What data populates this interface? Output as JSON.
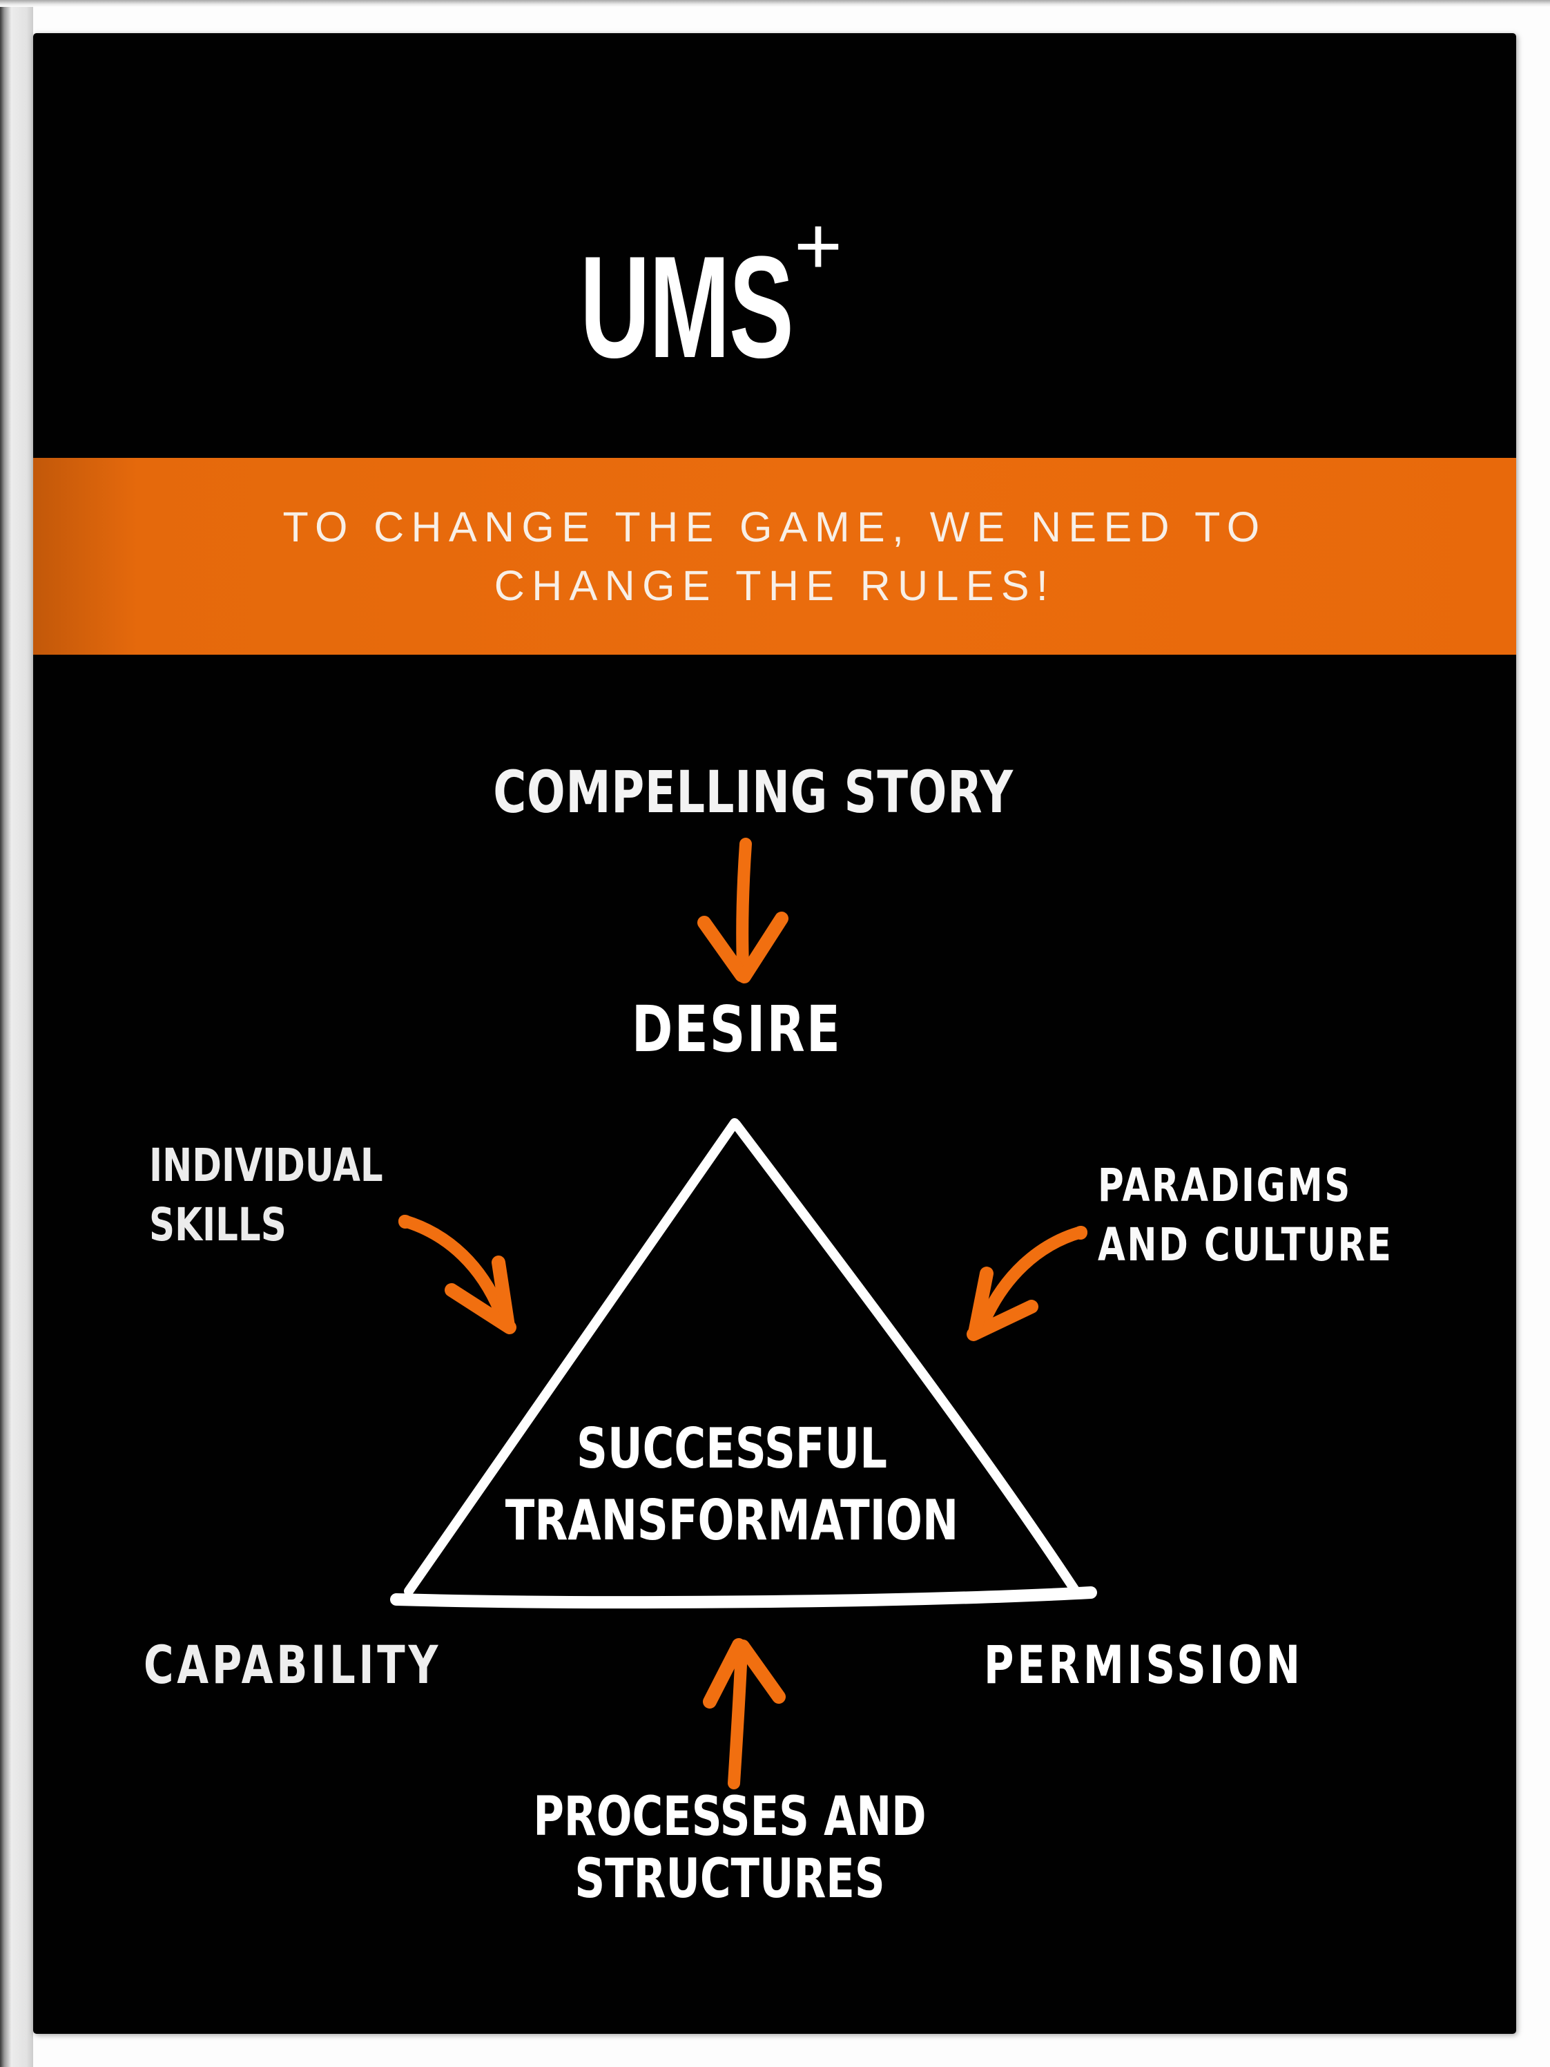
{
  "logo": {
    "text": "UMS",
    "plus": "+"
  },
  "banner": {
    "line1": "TO CHANGE THE GAME, WE NEED TO",
    "line2": "CHANGE THE RULES!"
  },
  "diagram": {
    "top_input": "COMPELLING STORY",
    "top_vertex": "DESIRE",
    "left_input": {
      "line1": "INDIVIDUAL",
      "line2": "SKILLS"
    },
    "right_input": {
      "line1": "PARADIGMS",
      "line2": "AND CULTURE"
    },
    "center": {
      "line1": "SUCCESSFUL",
      "line2": "TRANSFORMATION"
    },
    "bottom_left_vertex": "CAPABILITY",
    "bottom_right_vertex": "PERMISSION",
    "bottom_input": {
      "line1": "PROCESSES AND",
      "line2": "STRUCTURES"
    }
  },
  "colors": {
    "accent_orange": "#EA6C0D",
    "arrow_orange": "#F16F10",
    "slide_background": "#010101",
    "text_white": "#FFFFFF"
  }
}
